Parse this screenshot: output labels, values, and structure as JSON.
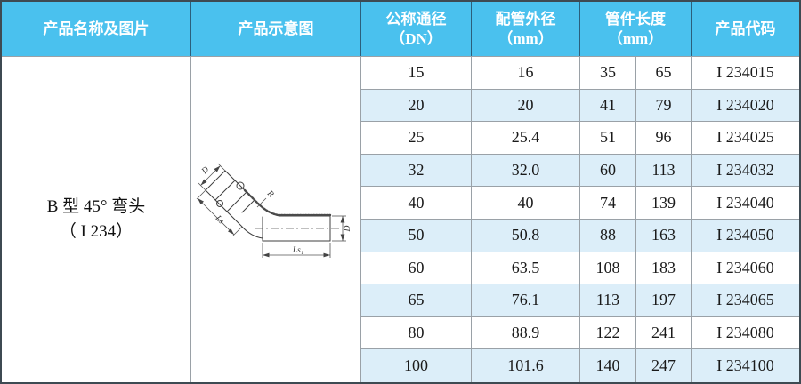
{
  "header": {
    "col_product": "产品名称及图片",
    "col_schematic": "产品示意图",
    "col_dn_line1": "公称通径",
    "col_dn_line2": "（DN）",
    "col_od_line1": "配管外径",
    "col_od_line2": "（mm）",
    "col_len_line1": "管件长度",
    "col_len_line2": "（mm）",
    "col_code": "产品代码"
  },
  "product": {
    "name_line1": "B 型 45° 弯头",
    "name_line2": "（ I 234）"
  },
  "schematic": {
    "labels": {
      "d_top": "D",
      "d_right": "D",
      "ls": "Ls",
      "ls1": "Ls₁",
      "r": "R"
    }
  },
  "rows": [
    {
      "dn": "15",
      "od": "16",
      "len1": "35",
      "len2": "65",
      "code": "I 234015"
    },
    {
      "dn": "20",
      "od": "20",
      "len1": "41",
      "len2": "79",
      "code": "I 234020"
    },
    {
      "dn": "25",
      "od": "25.4",
      "len1": "51",
      "len2": "96",
      "code": "I 234025"
    },
    {
      "dn": "32",
      "od": "32.0",
      "len1": "60",
      "len2": "113",
      "code": "I 234032"
    },
    {
      "dn": "40",
      "od": "40",
      "len1": "74",
      "len2": "139",
      "code": "I 234040"
    },
    {
      "dn": "50",
      "od": "50.8",
      "len1": "88",
      "len2": "163",
      "code": "I 234050"
    },
    {
      "dn": "60",
      "od": "63.5",
      "len1": "108",
      "len2": "183",
      "code": "I 234060"
    },
    {
      "dn": "65",
      "od": "76.1",
      "len1": "113",
      "len2": "197",
      "code": "I 234065"
    },
    {
      "dn": "80",
      "od": "88.9",
      "len1": "122",
      "len2": "241",
      "code": "I 234080"
    },
    {
      "dn": "100",
      "od": "101.6",
      "len1": "140",
      "len2": "247",
      "code": "I 234100"
    }
  ],
  "colors": {
    "header_bg": "#4ac1ee",
    "header_text": "#ffffff",
    "header_divider": "#2b5f7c",
    "stripe_bg": "#dceef9",
    "row_bg": "#ffffff",
    "grid_line": "#9aa1a7",
    "outer_border": "#3e4a52",
    "body_text": "#1a1a1a"
  }
}
